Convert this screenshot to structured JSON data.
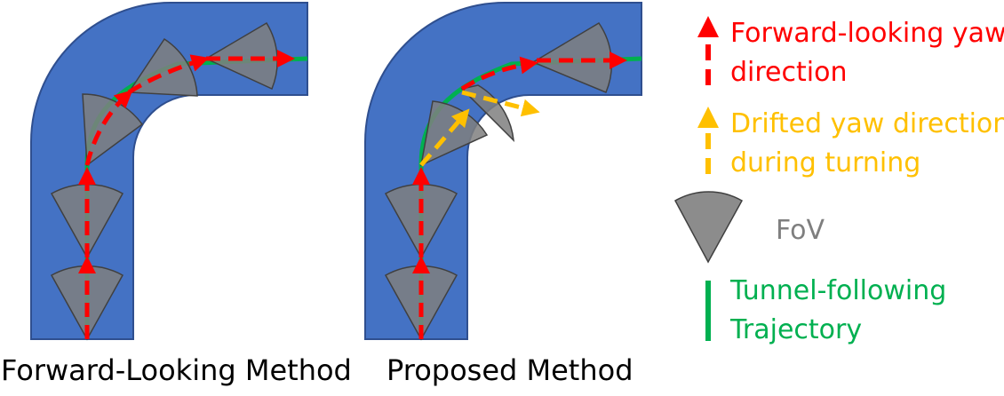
{
  "colors": {
    "tunnel": "#4472C4",
    "tunnel_stroke": "#2F4F8F",
    "fov_fill": "#7F7F7F",
    "fov_stroke": "#404040",
    "forward_yaw": "#FF0000",
    "drifted_yaw": "#FFC000",
    "trajectory": "#00B050",
    "fov_label": "#7F7F7F"
  },
  "captions": {
    "left": "Forward-Looking Method",
    "right": "Proposed Method"
  },
  "legend": {
    "forward_yaw_line1": "Forward-looking yaw",
    "forward_yaw_line2": "direction",
    "drifted_yaw_line1": "Drifted yaw direction",
    "drifted_yaw_line2": "during turning",
    "fov": "FoV",
    "trajectory_line1": "Tunnel-following",
    "trajectory_line2": "Trajectory"
  }
}
